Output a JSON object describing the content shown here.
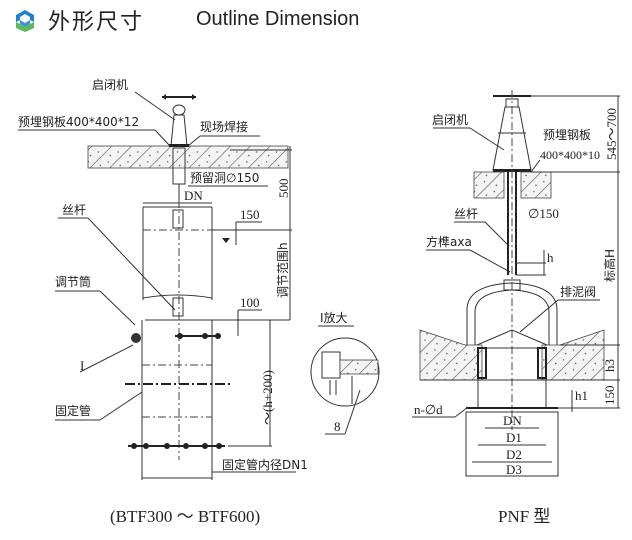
{
  "header": {
    "logo_icon": "hexagon-logo-icon",
    "title_cn": "外形尺寸",
    "title_en": "Outline Dimension",
    "logo_colors": {
      "blue": "#1f7fd1",
      "green": "#5cb85c"
    }
  },
  "left_diagram": {
    "caption": "(BTF300 ～ BTF600)",
    "labels": {
      "hoist": "启闭机",
      "embedded_plate": "预埋钢板400*400*12",
      "field_weld": "现场焊接",
      "reserved_hole": "预留洞∅150",
      "dim_500": "500",
      "dn": "DN",
      "screw_rod": "丝杆",
      "dim_150": "150",
      "adjust_range": "调节范围h",
      "adjust_tube": "调节筒",
      "dim_100": "100",
      "detail_mark": "I",
      "detail_title": "I放大",
      "weld_symbol": "8",
      "fixed_pipe": "固定管",
      "dim_h200": "～(h+200)",
      "fixed_pipe_inner_dia": "固定管内径DN1"
    }
  },
  "right_diagram": {
    "caption": "PNF 型",
    "labels": {
      "hoist": "启闭机",
      "embedded_plate": "预埋钢板",
      "embedded_plate_size": "400*400*10",
      "dim_545_700": "545～700",
      "screw_rod": "丝杆",
      "hole": "∅150",
      "square_tenon": "方榫axa",
      "h": "h",
      "elevation": "标高H",
      "drain_valve": "排泥阀",
      "h3": "h3",
      "dim_150": "150",
      "h1": "h1",
      "bolt_holes": "n-∅d",
      "dn": "DN",
      "d1": "D1",
      "d2": "D2",
      "d3": "D3"
    }
  }
}
